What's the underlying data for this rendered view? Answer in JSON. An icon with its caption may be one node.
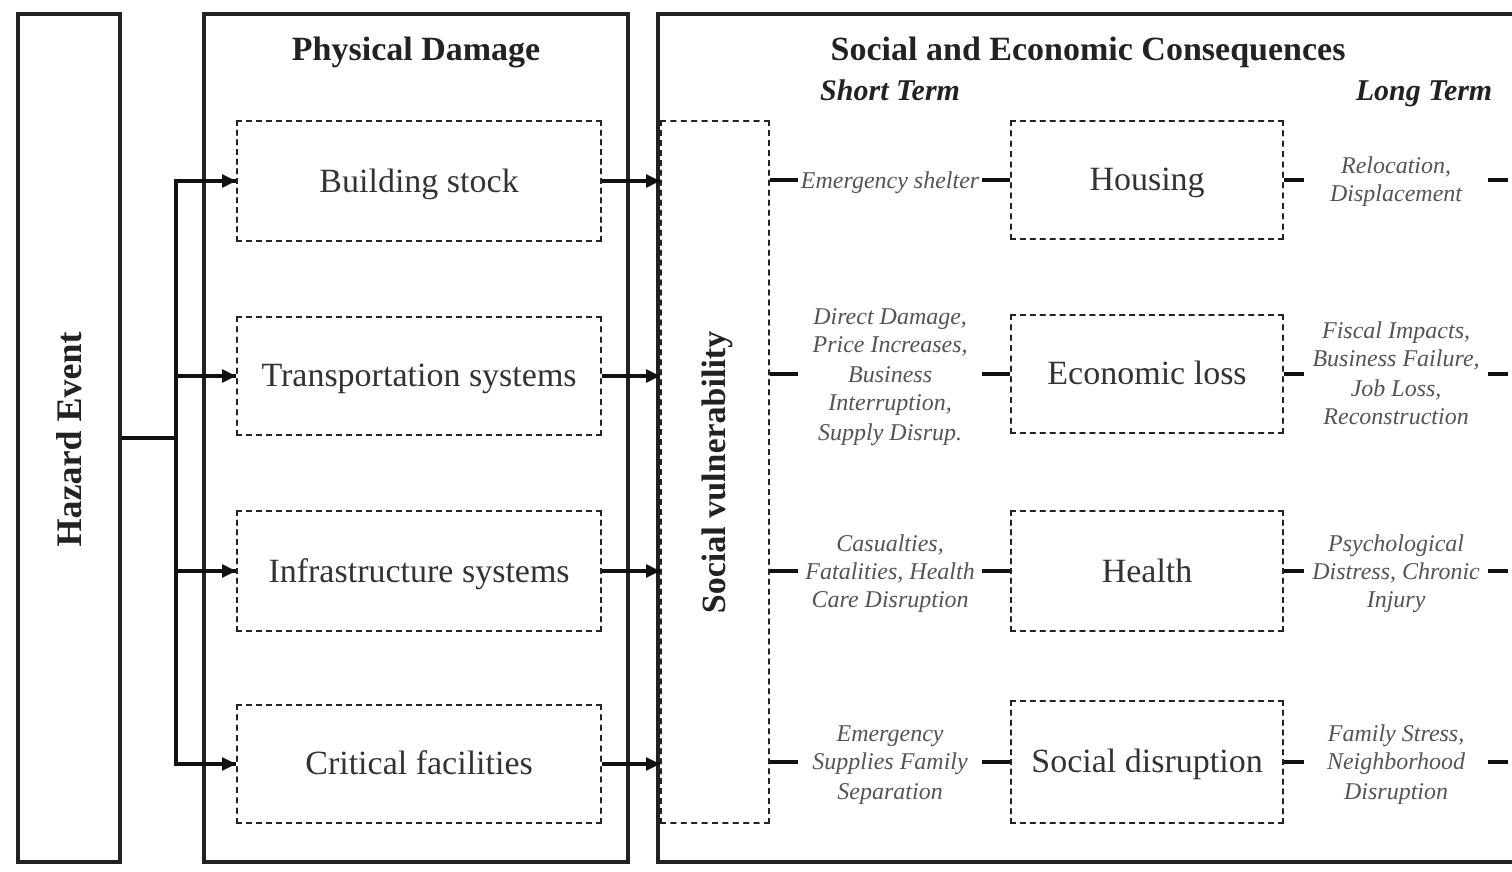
{
  "diagram": {
    "nodes": [
      {
        "text": [
          "Hazard Event"
        ]
      },
      {
        "text": [
          "Physical Damage"
        ]
      },
      {
        "text": [
          "Building stock"
        ],
        "in": 1
      },
      {
        "text": [
          "Transportation systems"
        ],
        "in": 1
      },
      {
        "text": [
          "Infrastructure systems"
        ],
        "in": 1
      },
      {
        "text": [
          "Critical facilities"
        ],
        "in": 1
      },
      {
        "text": [
          "Social and Economic Consequences"
        ]
      },
      {
        "text": [
          "Social vulnerability"
        ],
        "in": 6
      },
      {
        "text": [
          "Housing"
        ],
        "in": 6
      },
      {
        "text": [
          "Economic loss"
        ],
        "in": 6
      },
      {
        "text": [
          "Health"
        ],
        "in": 6
      },
      {
        "text": [
          "Social disruption"
        ],
        "in": 6
      }
    ],
    "edges": [
      {
        "from": 0,
        "to": 2,
        "arrow": "to"
      },
      {
        "from": 0,
        "to": 3,
        "arrow": "to"
      },
      {
        "from": 0,
        "to": 4,
        "arrow": "to"
      },
      {
        "from": 0,
        "to": 5,
        "arrow": "to"
      },
      {
        "from": 2,
        "to": 7,
        "arrow": "to"
      },
      {
        "from": 3,
        "to": 7,
        "arrow": "to"
      },
      {
        "from": 4,
        "to": 7,
        "arrow": "to"
      },
      {
        "from": 5,
        "to": 7,
        "arrow": "to"
      },
      {
        "from": 7,
        "to": 8,
        "arrow": "none",
        "label": "Emergency shelter"
      },
      {
        "from": 7,
        "to": 9,
        "arrow": "none",
        "label": "Direct Damage, Price Increases, Business Interruption, Supply Disrup."
      },
      {
        "from": 7,
        "to": 10,
        "arrow": "none",
        "label": "Casualties, Fatalities, Health Care Disruption"
      },
      {
        "from": 7,
        "to": 11,
        "arrow": "none",
        "label": "Emergency Supplies Family Separation"
      },
      {
        "from": 8,
        "to": null,
        "arrow": "none",
        "label": "Relocation, Displacement"
      },
      {
        "from": 9,
        "to": null,
        "arrow": "none",
        "label": "Fiscal Impacts, Business Failure, Job Loss, Reconstruction"
      },
      {
        "from": 10,
        "to": null,
        "arrow": "none",
        "label": "Psychological Distress, Chronic Injury"
      },
      {
        "from": 11,
        "to": null,
        "arrow": "none",
        "label": "Family Stress, Neighborhood Disruption"
      }
    ],
    "labels": [
      "Short Term",
      "Long Term"
    ]
  }
}
